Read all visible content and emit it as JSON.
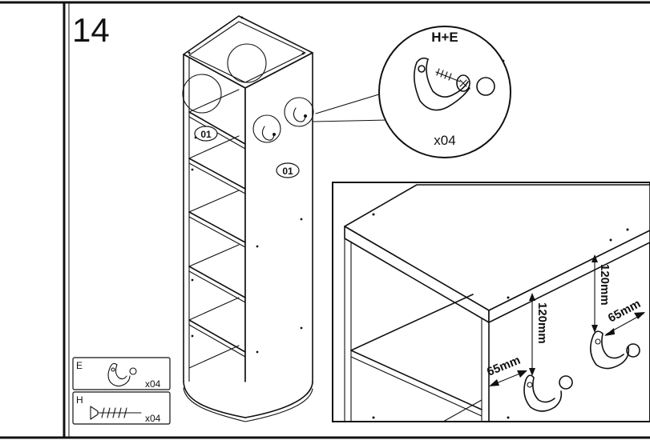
{
  "step": {
    "number": "14"
  },
  "part_labels": {
    "shelf_tag_a": "01",
    "shelf_tag_b": "01"
  },
  "callout": {
    "title": "H+E",
    "quantity": "x04"
  },
  "dimensions": {
    "left_horizontal": "65mm",
    "left_vertical": "120mm",
    "right_vertical": "120mm",
    "right_horizontal": "65mm"
  },
  "parts_list": [
    {
      "letter": "E",
      "icon": "hook-icon",
      "quantity": "x04"
    },
    {
      "letter": "H",
      "icon": "screw-icon",
      "quantity": "x04"
    }
  ],
  "colors": {
    "ink": "#111111",
    "paper": "#ffffff"
  }
}
